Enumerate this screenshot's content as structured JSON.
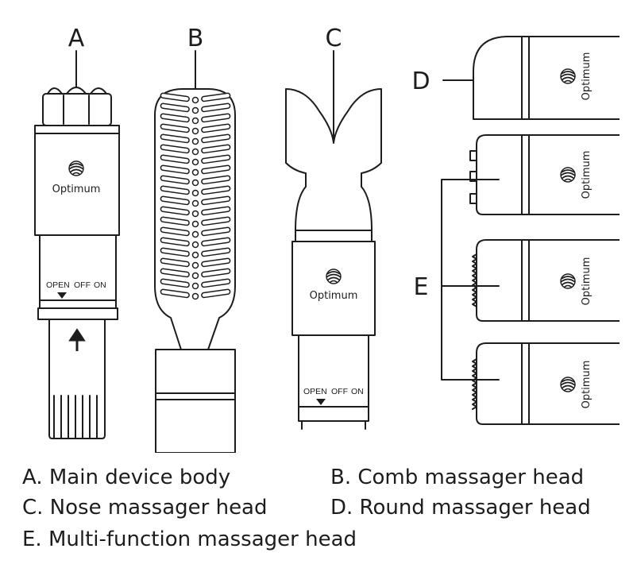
{
  "labels": {
    "a": "A",
    "b": "B",
    "c": "C",
    "d": "D",
    "e": "E"
  },
  "brand": "Optimum",
  "switch": {
    "open": "OPEN",
    "off": "OFF",
    "on": "ON"
  },
  "legend": {
    "a": "A. Main device body",
    "b": "B. Comb massager head",
    "c": "C. Nose massager head",
    "d": "D. Round massager head",
    "e": "E. Multi-function massager head"
  }
}
